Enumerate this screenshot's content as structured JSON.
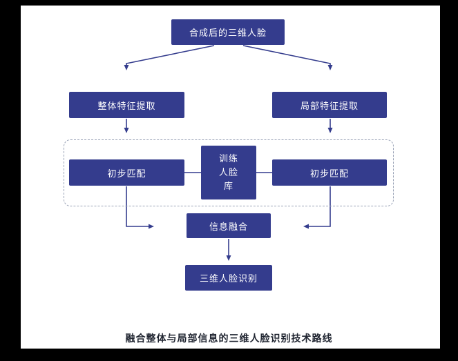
{
  "diagram": {
    "nodes": {
      "top": "合成后的三维人脸",
      "global_feature": "整体特征提取",
      "local_feature": "局部特征提取",
      "match_left": "初步匹配",
      "match_right": "初步匹配",
      "train_db_lines": [
        "训练",
        "人脸",
        "库"
      ],
      "fusion": "信息融合",
      "recognition": "三维人脸识别"
    },
    "caption": "融合整体与局部信息的三维人脸识别技术路线",
    "colors": {
      "box": "#343c8d",
      "arrow": "#343c8d",
      "dashed": "#98a1b5",
      "caption": "#1f2430"
    }
  }
}
